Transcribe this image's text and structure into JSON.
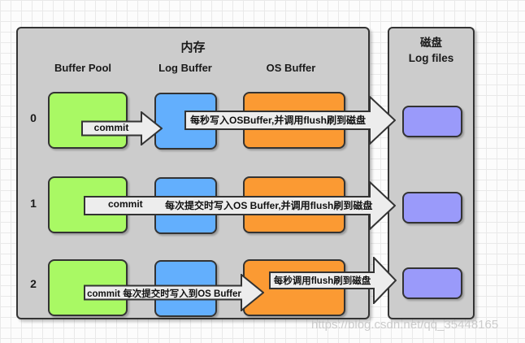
{
  "memory_panel": {
    "title": "内存",
    "columns": [
      {
        "label": "Buffer Pool"
      },
      {
        "label": "Log Buffer"
      },
      {
        "label": "OS Buffer"
      }
    ],
    "rows": [
      {
        "label": "0"
      },
      {
        "label": "1"
      },
      {
        "label": "2"
      }
    ]
  },
  "disk_panel": {
    "title_line1": "磁盘",
    "title_line2": "Log files"
  },
  "arrows": {
    "row0_commit": "commit",
    "row0_flush": "每秒写入OSBuffer,并调用flush刷到磁盘",
    "row1_commit": "commit",
    "row1_flush": "每次提交时写入OS Buffer,并调用flush刷到磁盘",
    "row2_commit": "commit 每次提交时写入到OS Buffer",
    "row2_flush": "每秒调用flush刷到磁盘"
  },
  "watermark": "https://blog.csdn.net/qq_35448165",
  "colors": {
    "buffer_pool": "#A9F964",
    "log_buffer": "#63AFFD",
    "os_buffer": "#FB9A33",
    "log_file": "#9A9AFA",
    "panel_bg": "#CCCCCC",
    "arrow_fill": "#EDEDED",
    "border": "#333333"
  }
}
